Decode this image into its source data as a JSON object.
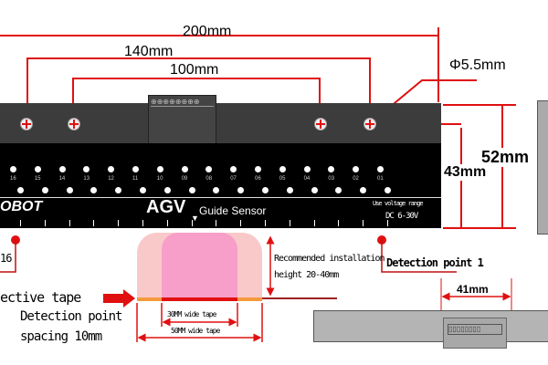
{
  "dimensions": {
    "overall": "200mm",
    "screw_outer": "140mm",
    "screw_inner": "100mm",
    "hole": "5.5mm",
    "hole_symbol": "Φ",
    "height_total": "52mm",
    "height_body": "43mm",
    "connector_width": "41mm"
  },
  "sensor": {
    "brand_partial": "OBOT",
    "model": "AGV",
    "subtitle": "Guide Sensor",
    "voltage_label": "Use voltage range",
    "voltage": "DC 6-30V",
    "channels": [
      "16",
      "15",
      "14",
      "13",
      "12",
      "11",
      "10",
      "09",
      "08",
      "07",
      "06",
      "05",
      "04",
      "03",
      "02",
      "01"
    ]
  },
  "annotations": {
    "point16": "16",
    "point1": "Detection point 1",
    "install_line1": "Recommended installation",
    "install_line2": "height 20-40mm",
    "tape_label": "ective tape",
    "spacing_line1": "Detection point",
    "spacing_line2": "spacing 10mm",
    "tape30": "30MM wide tape",
    "tape50": "50MM wide tape"
  },
  "colors": {
    "dimension": "#e01010",
    "body": "#000000",
    "tape_outer": "#f8c8c8",
    "tape_inner": "#f7a0c8"
  }
}
